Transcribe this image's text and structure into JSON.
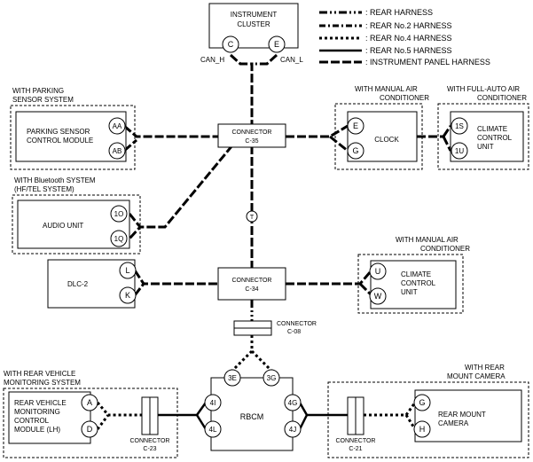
{
  "legend": [
    {
      "label": ": REAR HARNESS",
      "style": "rear"
    },
    {
      "label": ": REAR No.2 HARNESS",
      "style": "rear2"
    },
    {
      "label": ": REAR No.4 HARNESS",
      "style": "rear4"
    },
    {
      "label": ": REAR No.5 HARNESS",
      "style": "rear5"
    },
    {
      "label": ": INSTRUMENT PANEL HARNESS",
      "style": "ip"
    }
  ],
  "instrument_cluster": {
    "title_1": "INSTRUMENT",
    "title_2": "CLUSTER",
    "pin_c": "C",
    "pin_e": "E",
    "can_h": "CAN_H",
    "can_l": "CAN_L"
  },
  "parking": {
    "group_1": "WITH PARKING",
    "group_2": "SENSOR SYSTEM",
    "title_1": "PARKING SENSOR",
    "title_2": "CONTROL MODULE",
    "pin_aa": "AA",
    "pin_ab": "AB"
  },
  "connector_c35": {
    "title": "CONNECTOR",
    "code": "C-35"
  },
  "clock": {
    "group_1": "WITH MANUAL AIR",
    "group_2": "CONDITIONER",
    "title": "CLOCK",
    "pin_e": "E",
    "pin_g": "G"
  },
  "climate_auto": {
    "group_1": "WITH FULL-AUTO AIR",
    "group_2": "CONDITIONER",
    "title_1": "CLIMATE",
    "title_2": "CONTROL",
    "title_3": "UNIT",
    "pin_1s": "1S",
    "pin_1u": "1U"
  },
  "audio": {
    "group_1": "WITH Bluetooth SYSTEM",
    "group_2": "(HF/TEL SYSTEM)",
    "title": "AUDIO UNIT",
    "pin_1o": "1O",
    "pin_1q": "1Q"
  },
  "twist_marker": "T",
  "dlc": {
    "title": "DLC-2",
    "pin_l": "L",
    "pin_k": "K"
  },
  "connector_c34": {
    "title": "CONNECTOR",
    "code": "C-34"
  },
  "climate_manual": {
    "group_1": "WITH MANUAL AIR",
    "group_2": "CONDITIONER",
    "title_1": "CLIMATE",
    "title_2": "CONTROL",
    "title_3": "UNIT",
    "pin_u": "U",
    "pin_w": "W"
  },
  "connector_c08": {
    "title": "CONNECTOR",
    "code": "C-08"
  },
  "rbcm": {
    "title": "RBCM",
    "pin_3e": "3E",
    "pin_3g": "3G",
    "pin_4i": "4I",
    "pin_4l": "4L",
    "pin_4g": "4G",
    "pin_4j": "4J"
  },
  "rear_monitor": {
    "group_1": "WITH REAR VEHICLE",
    "group_2": "MONITORING SYSTEM",
    "title_1": "REAR VEHICLE",
    "title_2": "MONITORING",
    "title_3": "CONTROL",
    "title_4": "MODULE (LH)",
    "pin_a": "A",
    "pin_d": "D"
  },
  "connector_c23": {
    "title": "CONNECTOR",
    "code": "C-23"
  },
  "rear_camera": {
    "group_1": "WITH REAR",
    "group_2": "MOUNT CAMERA",
    "title_1": "REAR MOUNT",
    "title_2": "CAMERA",
    "pin_g": "G",
    "pin_h": "H"
  },
  "connector_c21": {
    "title": "CONNECTOR",
    "code": "C-21"
  }
}
